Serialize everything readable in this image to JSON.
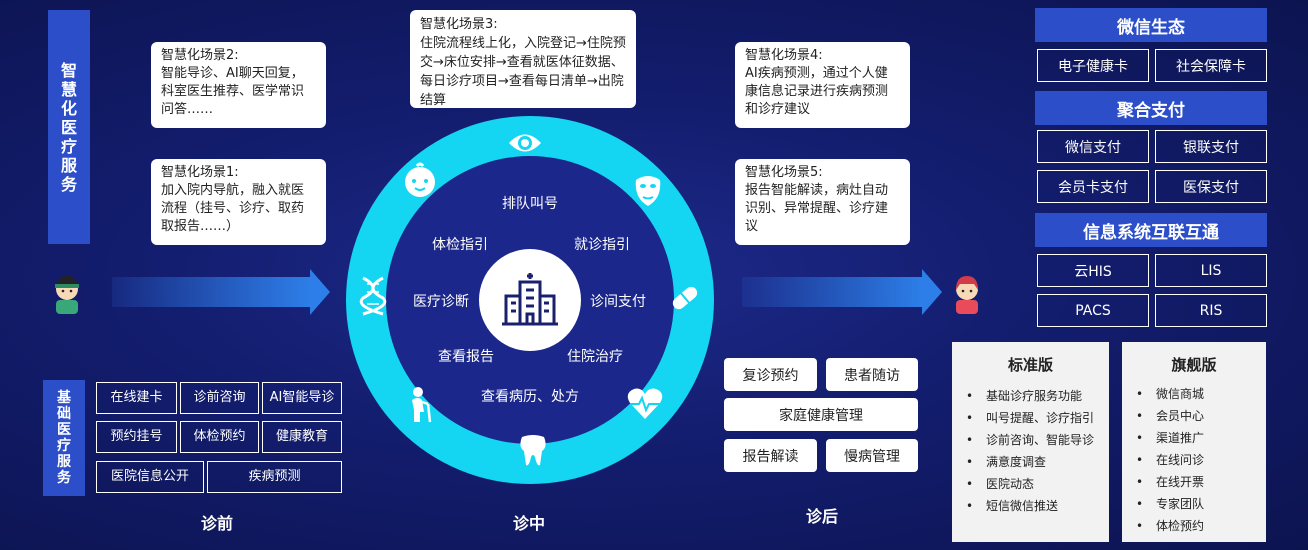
{
  "left": {
    "smart_title": "智慧化医疗服务",
    "basic_title": "基础医疗服务",
    "scene2": {
      "title": "智慧化场景2:",
      "text": "智能导诊、AI聊天回复，科室医生推荐、医学常识问答……"
    },
    "scene1": {
      "title": "智慧化场景1:",
      "text": "加入院内导航，融入就医流程（挂号、诊疗、取药取报告……）"
    },
    "basic_items": [
      "在线建卡",
      "诊前咨询",
      "AI智能导诊",
      "预约挂号",
      "体检预约",
      "健康教育",
      "医院信息公开",
      "疾病预测"
    ],
    "stage": "诊前"
  },
  "center": {
    "scene3": {
      "title": "智慧化场景3:",
      "text": "住院流程线上化，入院登记→住院预交→床位安排→查看就医体征数据、每日诊疗项目→查看每日清单→出院结算"
    },
    "ring_labels": [
      "排队叫号",
      "就诊指引",
      "诊间支付",
      "住院治疗",
      "查看病历、处方",
      "查看报告",
      "医疗诊断",
      "体检指引"
    ],
    "ring_icons": [
      "eye-icon",
      "face-mask-icon",
      "pill-icon",
      "heartbeat-icon",
      "tooth-icon",
      "elderly-icon",
      "dna-icon",
      "baby-icon"
    ],
    "stage": "诊中"
  },
  "right": {
    "scene4": {
      "title": "智慧化场景4:",
      "text": "AI疾病预测，通过个人健康信息记录进行疾病预测和诊疗建议"
    },
    "scene5": {
      "title": "智慧化场景5:",
      "text": "报告智能解读，病灶自动识别、异常提醒、诊疗建议"
    },
    "after_items": [
      "复诊预约",
      "患者随访",
      "家庭健康管理",
      "报告解读",
      "慢病管理"
    ],
    "stage": "诊后"
  },
  "ecosystem": {
    "wechat": {
      "title": "微信生态",
      "items": [
        "电子健康卡",
        "社会保障卡"
      ]
    },
    "payment": {
      "title": "聚合支付",
      "items": [
        "微信支付",
        "银联支付",
        "会员卡支付",
        "医保支付"
      ]
    },
    "interop": {
      "title": "信息系统互联互通",
      "items": [
        "云HIS",
        "LIS",
        "PACS",
        "RIS"
      ]
    }
  },
  "editions": {
    "standard": {
      "title": "标准版",
      "items": [
        "基础诊疗服务功能",
        "叫号提醒、诊疗指引",
        "诊前咨询、智能导诊",
        "满意度调查",
        "医院动态",
        "短信微信推送"
      ]
    },
    "flagship": {
      "title": "旗舰版",
      "items": [
        "微信商城",
        "会员中心",
        "渠道推广",
        "在线问诊",
        "在线开票",
        "专家团队",
        "体检预约"
      ]
    }
  },
  "colors": {
    "accent": "#2c4fc9",
    "ring": "#14d6f2",
    "arrow": "#2d7ee8"
  }
}
